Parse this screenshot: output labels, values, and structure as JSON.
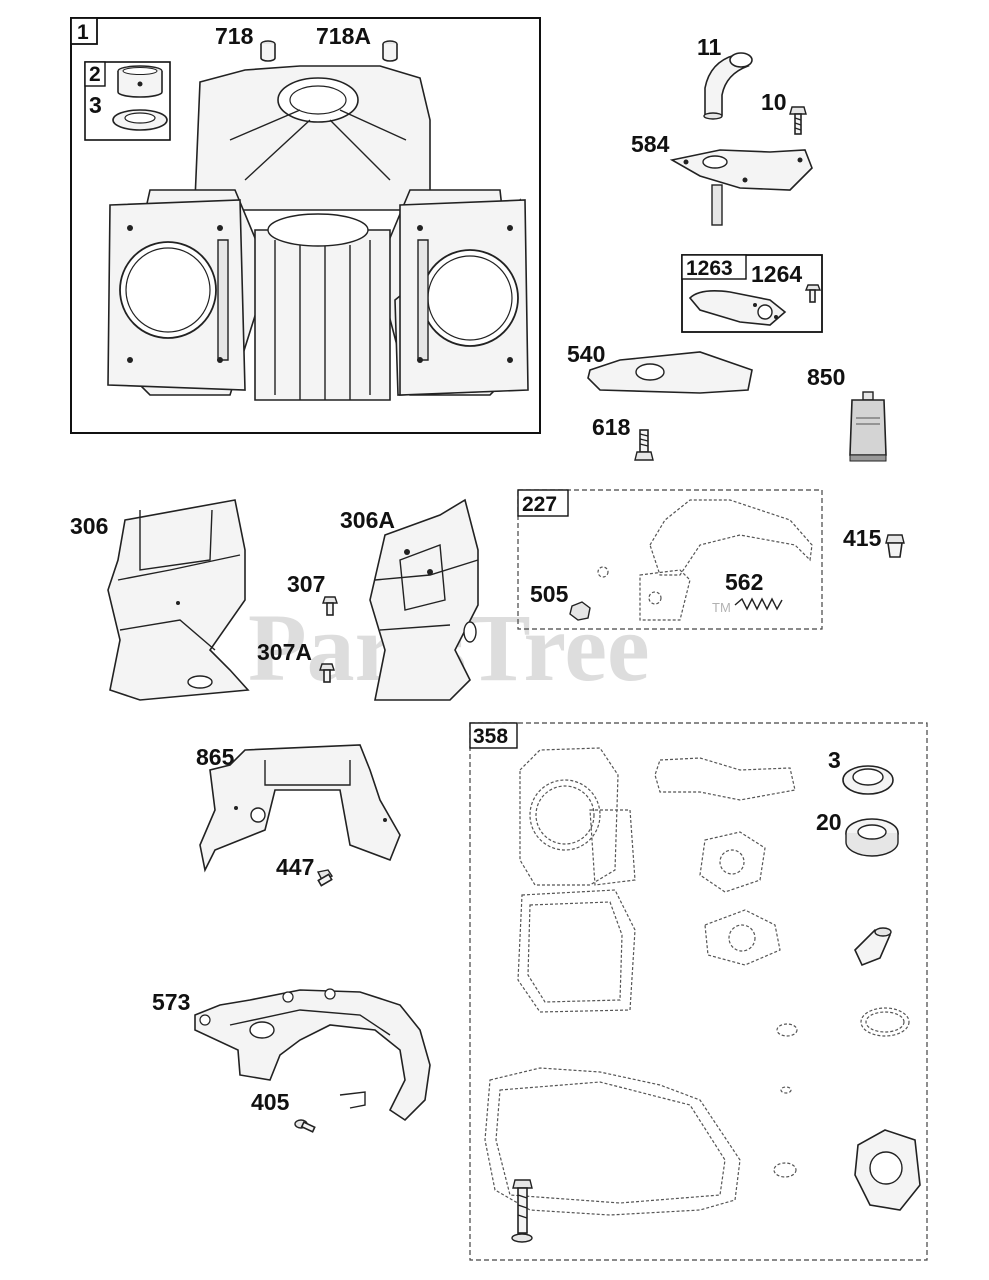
{
  "watermark": {
    "text": "PartsTree",
    "tm": "TM"
  },
  "boxes": {
    "block": "1",
    "bushing_seal": "2",
    "bracket": "227",
    "gasket_set": "358",
    "arm": "1263"
  },
  "labels": {
    "p718": "718",
    "p718a": "718A",
    "p3_top": "3",
    "p11": "11",
    "p10": "10",
    "p584": "584",
    "p1264": "1264",
    "p540": "540",
    "p850": "850",
    "p618": "618",
    "p306": "306",
    "p306a": "306A",
    "p307": "307",
    "p307a": "307A",
    "p505": "505",
    "p562": "562",
    "p415": "415",
    "p865": "865",
    "p447": "447",
    "p3_right": "3",
    "p20": "20",
    "p573": "573",
    "p405": "405"
  }
}
